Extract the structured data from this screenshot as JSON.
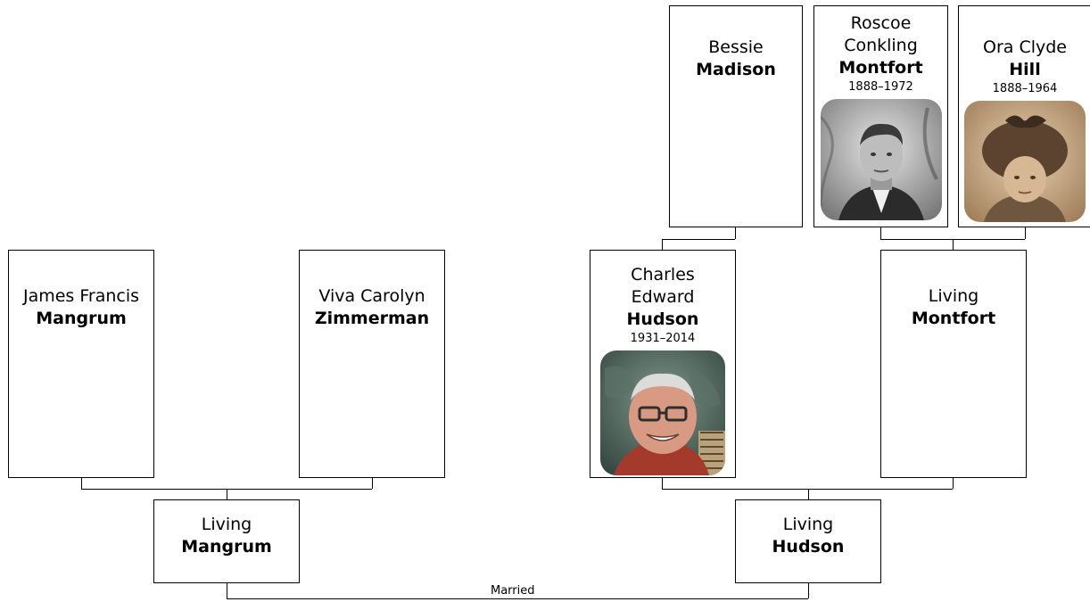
{
  "people": {
    "bessie_madison": {
      "given": "Bessie",
      "surname": "Madison"
    },
    "roscoe_montfort": {
      "given": "Roscoe Conkling",
      "surname": "Montfort",
      "dates": "1888–1972",
      "photo": "portrait-roscoe"
    },
    "ora_hill": {
      "given": "Ora Clyde",
      "surname": "Hill",
      "dates": "1888–1964",
      "photo": "portrait-ora"
    },
    "james_mangrum": {
      "given": "James Francis",
      "surname": "Mangrum"
    },
    "viva_zimmerman": {
      "given": "Viva Carolyn",
      "surname": "Zimmerman"
    },
    "charles_hudson": {
      "given": "Charles Edward",
      "surname": "Hudson",
      "dates": "1931–2014",
      "photo": "portrait-charles"
    },
    "living_montfort": {
      "given": "Living",
      "surname": "Montfort"
    },
    "living_mangrum": {
      "given": "Living",
      "surname": "Mangrum"
    },
    "living_hudson": {
      "given": "Living",
      "surname": "Hudson"
    }
  },
  "relationship": {
    "label": "Married"
  }
}
